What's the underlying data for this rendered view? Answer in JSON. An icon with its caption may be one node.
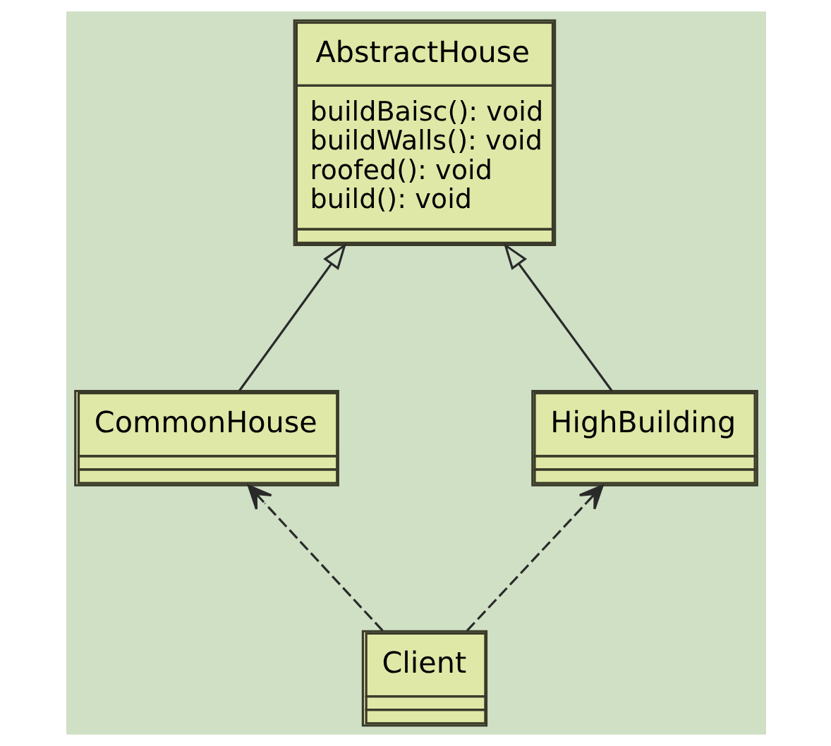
{
  "diagram": {
    "nodes": [
      {
        "text": [
          "AbstractHouse",
          "buildBaisc(): void",
          "buildWalls(): void",
          "roofed(): void",
          "build(): void"
        ]
      },
      {
        "text": [
          "CommonHouse"
        ]
      },
      {
        "text": [
          "HighBuilding"
        ]
      },
      {
        "text": [
          "Client"
        ]
      }
    ],
    "edges": [
      {
        "from": 1,
        "to": 0,
        "arrow": "to"
      },
      {
        "from": 2,
        "to": 0,
        "arrow": "to"
      },
      {
        "from": 3,
        "to": 1,
        "arrow": "to",
        "style": "dashed"
      },
      {
        "from": 3,
        "to": 2,
        "arrow": "to",
        "style": "dashed"
      }
    ]
  }
}
